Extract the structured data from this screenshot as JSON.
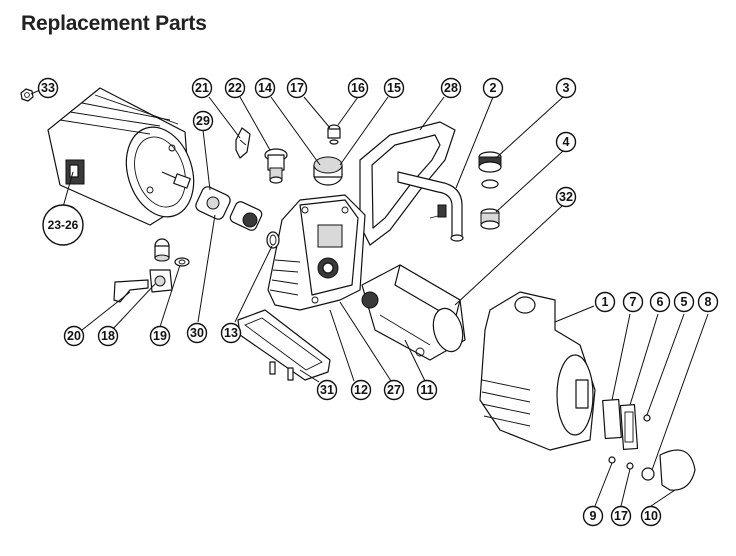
{
  "title": "Replacement Parts",
  "callouts": [
    {
      "id": "c33",
      "label": "33"
    },
    {
      "id": "c23",
      "label": "23-26"
    },
    {
      "id": "c29",
      "label": "29"
    },
    {
      "id": "c21",
      "label": "21"
    },
    {
      "id": "c22",
      "label": "22"
    },
    {
      "id": "c14",
      "label": "14"
    },
    {
      "id": "c17a",
      "label": "17"
    },
    {
      "id": "c16",
      "label": "16"
    },
    {
      "id": "c15",
      "label": "15"
    },
    {
      "id": "c28",
      "label": "28"
    },
    {
      "id": "c2",
      "label": "2"
    },
    {
      "id": "c3",
      "label": "3"
    },
    {
      "id": "c4",
      "label": "4"
    },
    {
      "id": "c32",
      "label": "32"
    },
    {
      "id": "c20",
      "label": "20"
    },
    {
      "id": "c18",
      "label": "18"
    },
    {
      "id": "c19",
      "label": "19"
    },
    {
      "id": "c30",
      "label": "30"
    },
    {
      "id": "c13",
      "label": "13"
    },
    {
      "id": "c31",
      "label": "31"
    },
    {
      "id": "c12",
      "label": "12"
    },
    {
      "id": "c27",
      "label": "27"
    },
    {
      "id": "c11",
      "label": "11"
    },
    {
      "id": "c1",
      "label": "1"
    },
    {
      "id": "c7",
      "label": "7"
    },
    {
      "id": "c6",
      "label": "6"
    },
    {
      "id": "c5",
      "label": "5"
    },
    {
      "id": "c8",
      "label": "8"
    },
    {
      "id": "c9",
      "label": "9"
    },
    {
      "id": "c17b",
      "label": "17"
    },
    {
      "id": "c10",
      "label": "10"
    }
  ]
}
